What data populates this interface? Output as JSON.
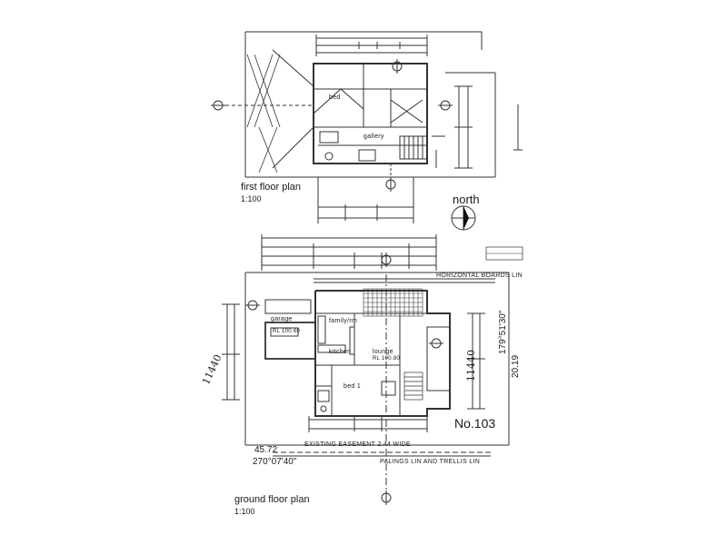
{
  "first_floor": {
    "title": "first floor plan",
    "scale": "1:100",
    "rooms": {
      "bed": "bed",
      "gallery": "gallery"
    }
  },
  "north": {
    "label": "north"
  },
  "ground_floor": {
    "title": "ground floor plan",
    "scale": "1:100",
    "rooms": {
      "garage": "garage",
      "family": "family/rm",
      "kitchen": "kitchen",
      "lounge": "lounge",
      "bed1": "bed 1"
    },
    "levels": {
      "garage_rl": "RL 100.60",
      "lounge_rl": "RL 100.80"
    }
  },
  "site": {
    "lot_number": "No.103",
    "boundary_length": "45.72",
    "bearing_south": "270°07'40\"",
    "bearing_east": "179°51'30\"",
    "side_length": "20.19",
    "handwritten_left": "11440",
    "handwritten_right": "11440",
    "easement": "EXISTING EASEMENT 2.44 WIDE",
    "fence_south": "PALINGS LIN AND TRELLIS LIN",
    "fence_north": "HORIZONTAL BOARDS LIN"
  }
}
